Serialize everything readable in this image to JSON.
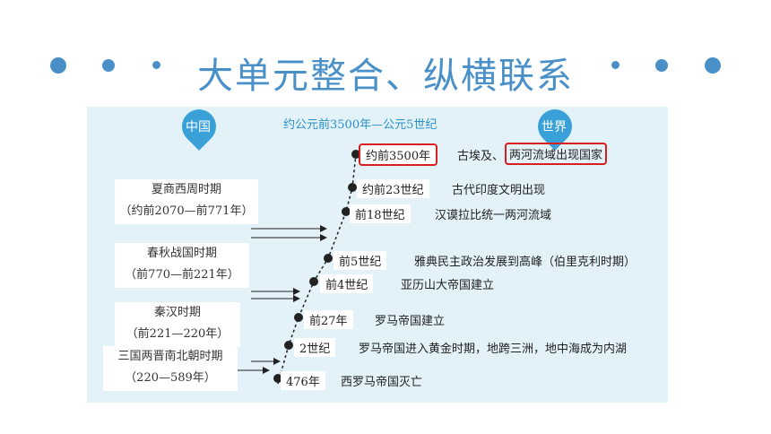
{
  "title": "大单元整合、纵横联系",
  "header": "约公元前3500年—公元5世纪",
  "china_label": "中国",
  "world_label": "世界",
  "colors": {
    "accent": "#4a90c8",
    "panel": "#e3f2f8",
    "highlight": "#d81e1e"
  },
  "periods": [
    {
      "name": "夏商西周时期",
      "range": "（约前2070—前771年）"
    },
    {
      "name": "春秋战国时期",
      "range": "（前770—前221年）"
    },
    {
      "name": "秦汉时期",
      "range": "（前221—220年）"
    },
    {
      "name": "三国两晋南北朝时期",
      "range": "（220—589年）"
    }
  ],
  "events": [
    {
      "date": "约前3500年",
      "text_a": "古埃及、",
      "text_b": "两河流域出现国家"
    },
    {
      "date": "约前23世纪",
      "text_a": "古代印度文明出现"
    },
    {
      "date": "前18世纪",
      "text_a": "汉谟拉比统一两河流域"
    },
    {
      "date": "前5世纪",
      "text_a": "雅典民主政治发展到高峰（伯里克利时期）"
    },
    {
      "date": "前4世纪",
      "text_a": "亚历山大帝国建立"
    },
    {
      "date": "前27年",
      "text_a": "罗马帝国建立"
    },
    {
      "date": "2世纪",
      "text_a": "罗马帝国进入黄金时期，地跨三洲，地中海成为内湖"
    },
    {
      "date": "476年",
      "text_a": "西罗马帝国灭亡"
    }
  ]
}
